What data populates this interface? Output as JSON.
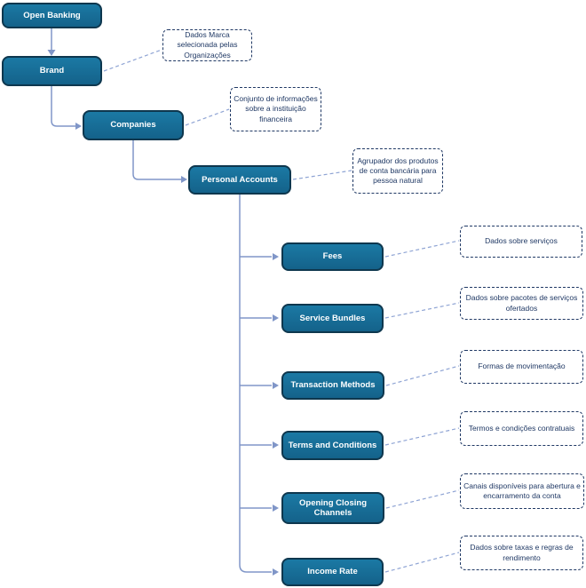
{
  "nodes": {
    "open_banking": {
      "label": "Open Banking"
    },
    "brand": {
      "label": "Brand"
    },
    "companies": {
      "label": "Companies"
    },
    "personal_accounts": {
      "label": "Personal Accounts"
    },
    "fees": {
      "label": "Fees"
    },
    "service_bundles": {
      "label": "Service Bundles"
    },
    "transaction_methods": {
      "label": "Transaction Methods"
    },
    "terms_and_conditions": {
      "label": "Terms and Conditions"
    },
    "opening_closing_channels": {
      "label": "Opening Closing Channels"
    },
    "income_rate": {
      "label": "Income Rate"
    }
  },
  "notes": {
    "brand": "Dados Marca selecionada pelas Organizações",
    "companies": "Conjunto de informações sobre a instituição financeira",
    "personal_accounts": "Agrupador dos produtos de conta bancária para pessoa natural",
    "fees": "Dados sobre serviços",
    "service_bundles": "Dados sobre pacotes de serviços ofertados",
    "transaction_methods": "Formas de movimentação",
    "terms_and_conditions": "Termos e condições contratuais",
    "opening_closing_channels": "Canais disponíveis para abertura e encarramento da conta",
    "income_rate": "Dados sobre taxas e regras de rendimento"
  },
  "colors": {
    "node_fill_top": "#1b79a4",
    "node_fill_bottom": "#14628a",
    "node_border": "#0e374e",
    "node_text": "#ffffff",
    "note_border": "#1f3864",
    "note_text": "#1f3864",
    "connector": "#8096c8",
    "note_connector": "#8fa4d4",
    "background": "#ffffff"
  }
}
